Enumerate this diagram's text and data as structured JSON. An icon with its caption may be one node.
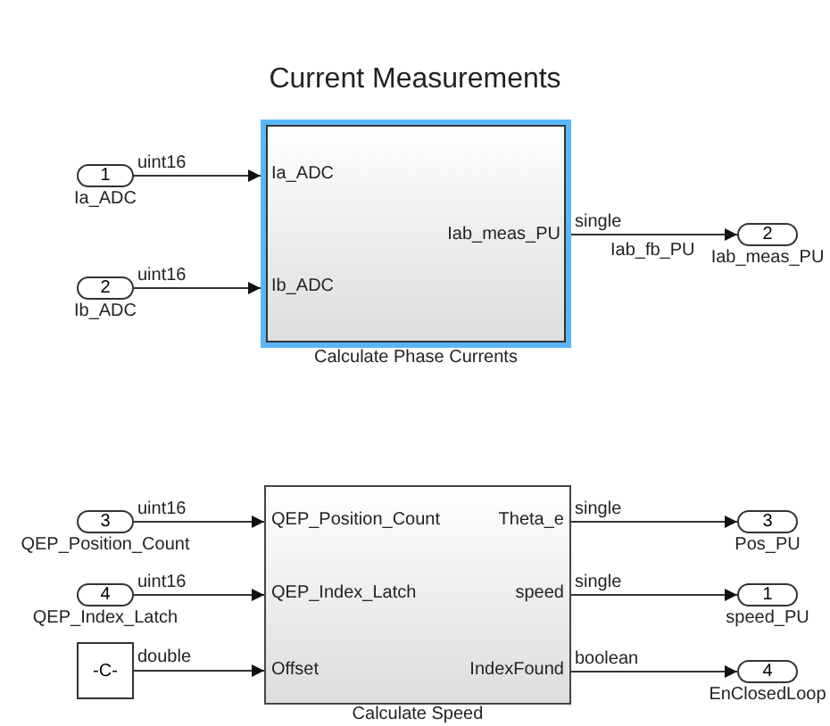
{
  "diagram": {
    "title": "Current Measurements",
    "nodes": [
      {
        "text": [
          "1"
        ],
        "beside": [
          "Ia_ADC"
        ]
      },
      {
        "text": [
          "2"
        ],
        "beside": [
          "Ib_ADC"
        ]
      },
      {
        "text": [
          "Ia_ADC",
          "Ib_ADC",
          "Iab_meas_PU"
        ],
        "beside": [
          "Calculate Phase Currents"
        ]
      },
      {
        "text": [
          "2"
        ],
        "beside": [
          "Iab_meas_PU"
        ]
      },
      {
        "text": [
          "3"
        ],
        "beside": [
          "QEP_Position_Count"
        ]
      },
      {
        "text": [
          "4"
        ],
        "beside": [
          "QEP_Index_Latch"
        ]
      },
      {
        "text": [
          "-C-"
        ]
      },
      {
        "text": [
          "QEP_Position_Count",
          "QEP_Index_Latch",
          "Offset",
          "Theta_e",
          "speed",
          "IndexFound"
        ],
        "beside": [
          "Calculate Speed"
        ]
      },
      {
        "text": [
          "3"
        ],
        "beside": [
          "Pos_PU"
        ]
      },
      {
        "text": [
          "1"
        ],
        "beside": [
          "speed_PU"
        ]
      },
      {
        "text": [
          "4"
        ],
        "beside": [
          "EnClosedLoop"
        ]
      }
    ],
    "edges": [
      {
        "from": 0,
        "to": 2,
        "arrow": "to",
        "label": "uint16"
      },
      {
        "from": 1,
        "to": 2,
        "arrow": "to",
        "label": "uint16"
      },
      {
        "from": 2,
        "to": 3,
        "arrow": "to",
        "label": "single"
      },
      {
        "from": 4,
        "to": 7,
        "arrow": "to",
        "label": "uint16"
      },
      {
        "from": 5,
        "to": 7,
        "arrow": "to",
        "label": "uint16"
      },
      {
        "from": 6,
        "to": 7,
        "arrow": "to",
        "label": "double"
      },
      {
        "from": 7,
        "to": 8,
        "arrow": "to",
        "label": "single"
      },
      {
        "from": 7,
        "to": 9,
        "arrow": "to",
        "label": "single"
      },
      {
        "from": 7,
        "to": 10,
        "arrow": "to",
        "label": "boolean"
      }
    ],
    "labels": [
      "Iab_fb_PU"
    ]
  }
}
